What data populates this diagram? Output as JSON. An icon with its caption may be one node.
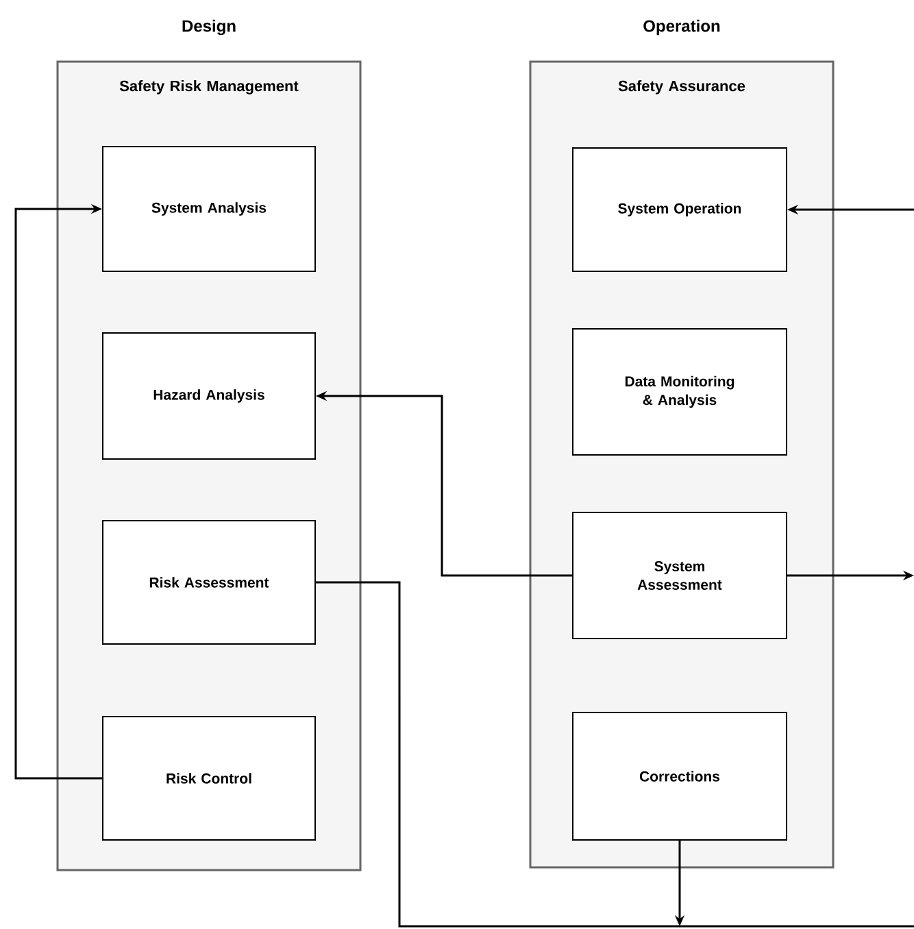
{
  "diagram": {
    "nodes": [
      {
        "text": [
          "Design",
          "Safety Risk Management"
        ]
      },
      {
        "text": [
          "System Analysis"
        ],
        "in": 0
      },
      {
        "text": [
          "Hazard Analysis"
        ],
        "in": 0
      },
      {
        "text": [
          "Risk Assessment"
        ],
        "in": 0
      },
      {
        "text": [
          "Risk Control"
        ],
        "in": 0
      },
      {
        "text": [
          "Operation",
          "Safety Assurance"
        ]
      },
      {
        "text": [
          "System Operation"
        ],
        "in": 5
      },
      {
        "text": [
          "Data Monitoring & Analysis"
        ],
        "in": 5
      },
      {
        "text": [
          "System Assessment"
        ],
        "in": 5
      },
      {
        "text": [
          "Corrections"
        ],
        "in": 5
      }
    ],
    "edges": [
      {
        "from": 4,
        "to": 1,
        "arrow": "to"
      },
      {
        "from": 8,
        "to": 2,
        "arrow": "to"
      },
      {
        "from": 3,
        "to": null,
        "arrow": "none"
      },
      {
        "from": 9,
        "to": null,
        "arrow": "to"
      },
      {
        "from": null,
        "to": 6,
        "arrow": "to"
      },
      {
        "from": 8,
        "to": null,
        "arrow": "to"
      }
    ]
  }
}
